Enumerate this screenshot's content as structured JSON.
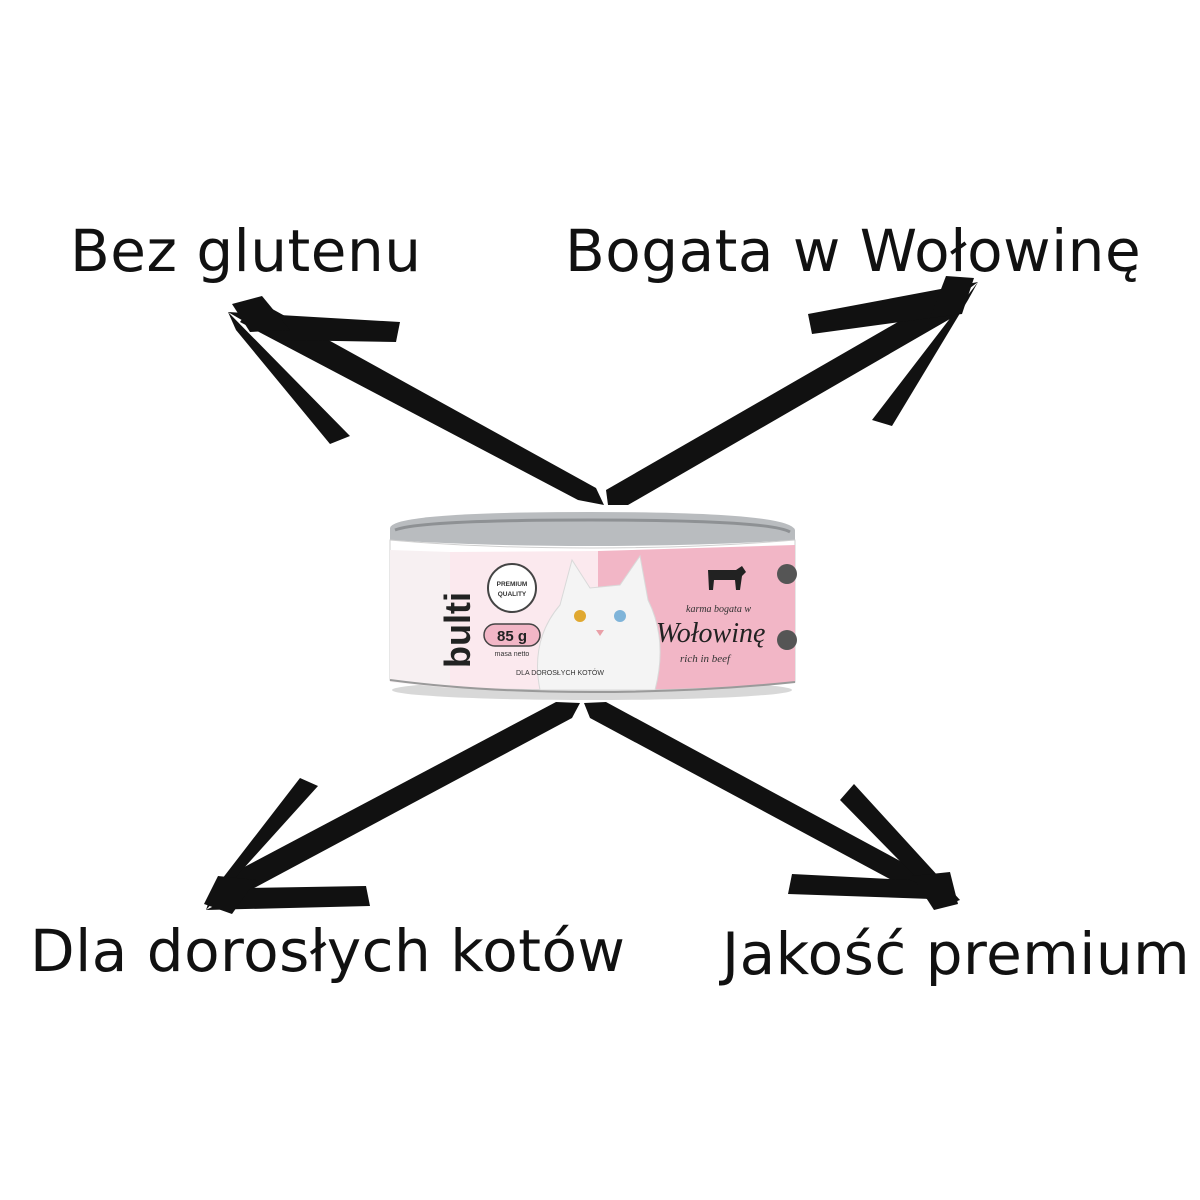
{
  "features": {
    "gluten_free": "Bez glutenu",
    "rich_in": "Bogata w  Wołowinę",
    "adult_cats": "Dla dorosłych kotów",
    "premium": "Jakość premium"
  },
  "product": {
    "brand": "bulti",
    "badge_line1": "PREMIUM",
    "badge_line2": "QUALITY",
    "weight": "85 g",
    "net_mass": "masa netto",
    "audience": "DLA DOROSŁYCH KOTÓW",
    "tagline": "karma bogata w",
    "flavor": "Wołowinę",
    "flavor_en": "rich in beef",
    "label_color": "#f2b6c6",
    "lid_color": "#b9bcbf"
  },
  "arrow_color": "#111111"
}
